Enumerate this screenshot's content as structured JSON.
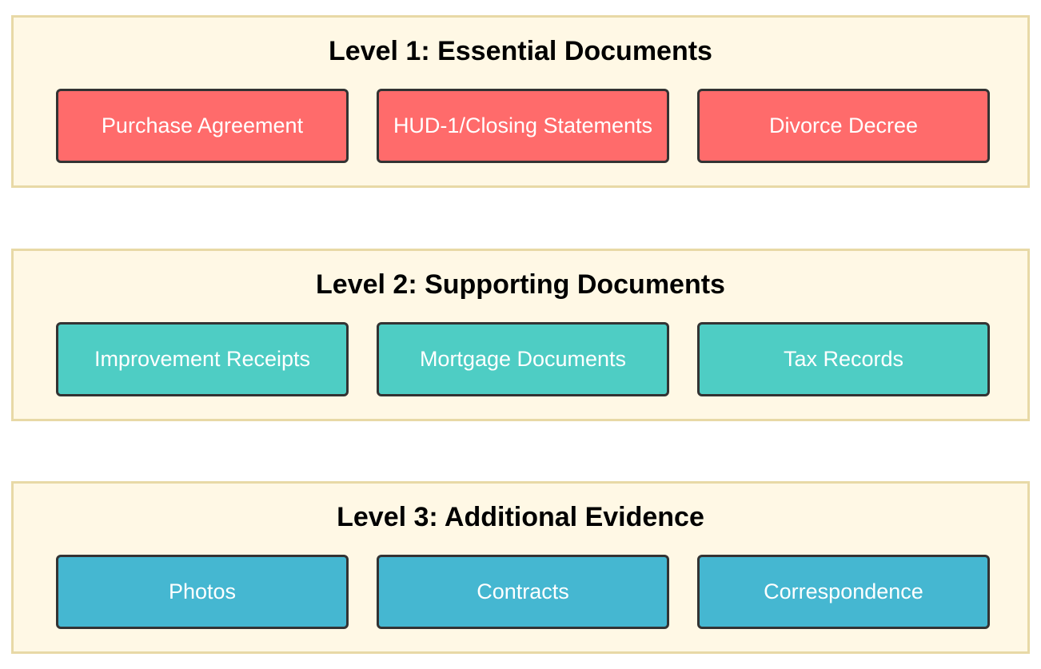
{
  "levels": [
    {
      "title": "Level 1: Essential Documents",
      "color": "#ff6b6b",
      "items": [
        "Purchase Agreement",
        "HUD-1/Closing Statements",
        "Divorce Decree"
      ]
    },
    {
      "title": "Level 2: Supporting Documents",
      "color": "#4ecdc4",
      "items": [
        "Improvement Receipts",
        "Mortgage Documents",
        "Tax Records"
      ]
    },
    {
      "title": "Level 3: Additional Evidence",
      "color": "#45b7d1",
      "items": [
        "Photos",
        "Contracts",
        "Correspondence"
      ]
    }
  ],
  "panel_background": "#fff8e5",
  "panel_border": "#e8d9a6",
  "box_border": "#333333"
}
